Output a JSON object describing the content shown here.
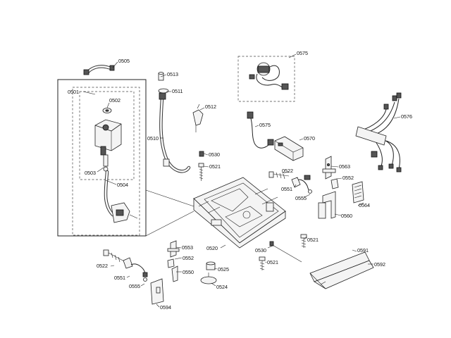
{
  "diagram": {
    "labels": {
      "p0501": "0501",
      "p0502": "0502",
      "p0503": "0503",
      "p0504": "0504",
      "p0505": "0505",
      "p0510": "0510",
      "p0511": "0511",
      "p0512": "0512",
      "p0513": "0513",
      "p0520": "0520",
      "p0521a": "0521",
      "p0521b": "0521",
      "p0521c": "0521",
      "p0522a": "0522",
      "p0522b": "0522",
      "p0524": "0524",
      "p0525": "0525",
      "p0530a": "0530",
      "p0530b": "0530",
      "p0550": "0550",
      "p0551a": "0551",
      "p0551b": "0551",
      "p0552a": "0552",
      "p0552b": "0552",
      "p0553": "0553",
      "p0555a": "0555",
      "p0555b": "0555",
      "p0560": "0560",
      "p0563": "0563",
      "p0564": "0564",
      "p0570": "0570",
      "p0575a": "0575",
      "p0575b": "0575",
      "p0576": "0576",
      "p0591": "0591",
      "p0592": "0592",
      "p0594": "0594"
    }
  }
}
